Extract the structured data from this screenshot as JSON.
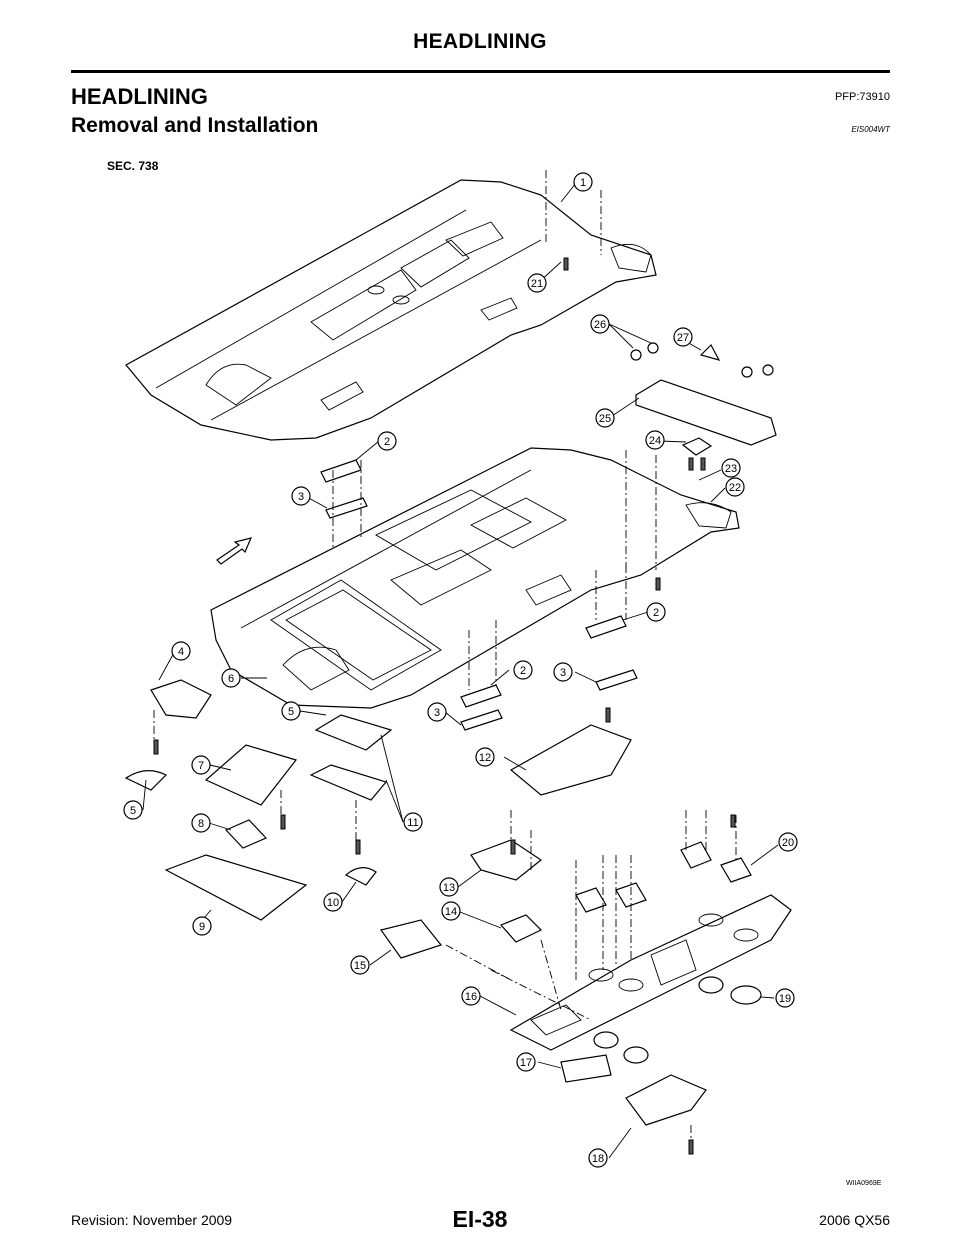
{
  "header": {
    "running_head": "HEADLINING"
  },
  "section": {
    "title": "HEADLINING",
    "pfp_code": "PFP:73910",
    "subtitle": "Removal and Installation",
    "eis_code": "EIS004WT"
  },
  "figure": {
    "sec_label": "SEC. 738",
    "reference_code": "WIIA0969E",
    "callouts": [
      {
        "label": "1"
      },
      {
        "label": "21"
      },
      {
        "label": "26"
      },
      {
        "label": "27"
      },
      {
        "label": "25"
      },
      {
        "label": "24"
      },
      {
        "label": "23"
      },
      {
        "label": "22"
      },
      {
        "label": "2"
      },
      {
        "label": "3"
      },
      {
        "label": "2"
      },
      {
        "label": "4"
      },
      {
        "label": "6"
      },
      {
        "label": "2"
      },
      {
        "label": "3"
      },
      {
        "label": "5"
      },
      {
        "label": "3"
      },
      {
        "label": "12"
      },
      {
        "label": "7"
      },
      {
        "label": "5"
      },
      {
        "label": "8"
      },
      {
        "label": "11"
      },
      {
        "label": "20"
      },
      {
        "label": "13"
      },
      {
        "label": "10"
      },
      {
        "label": "9"
      },
      {
        "label": "14"
      },
      {
        "label": "15"
      },
      {
        "label": "16"
      },
      {
        "label": "19"
      },
      {
        "label": "17"
      },
      {
        "label": "18"
      }
    ]
  },
  "footer": {
    "page_number": "EI-38",
    "revision": "Revision: November 2009",
    "model": "2006 QX56"
  }
}
